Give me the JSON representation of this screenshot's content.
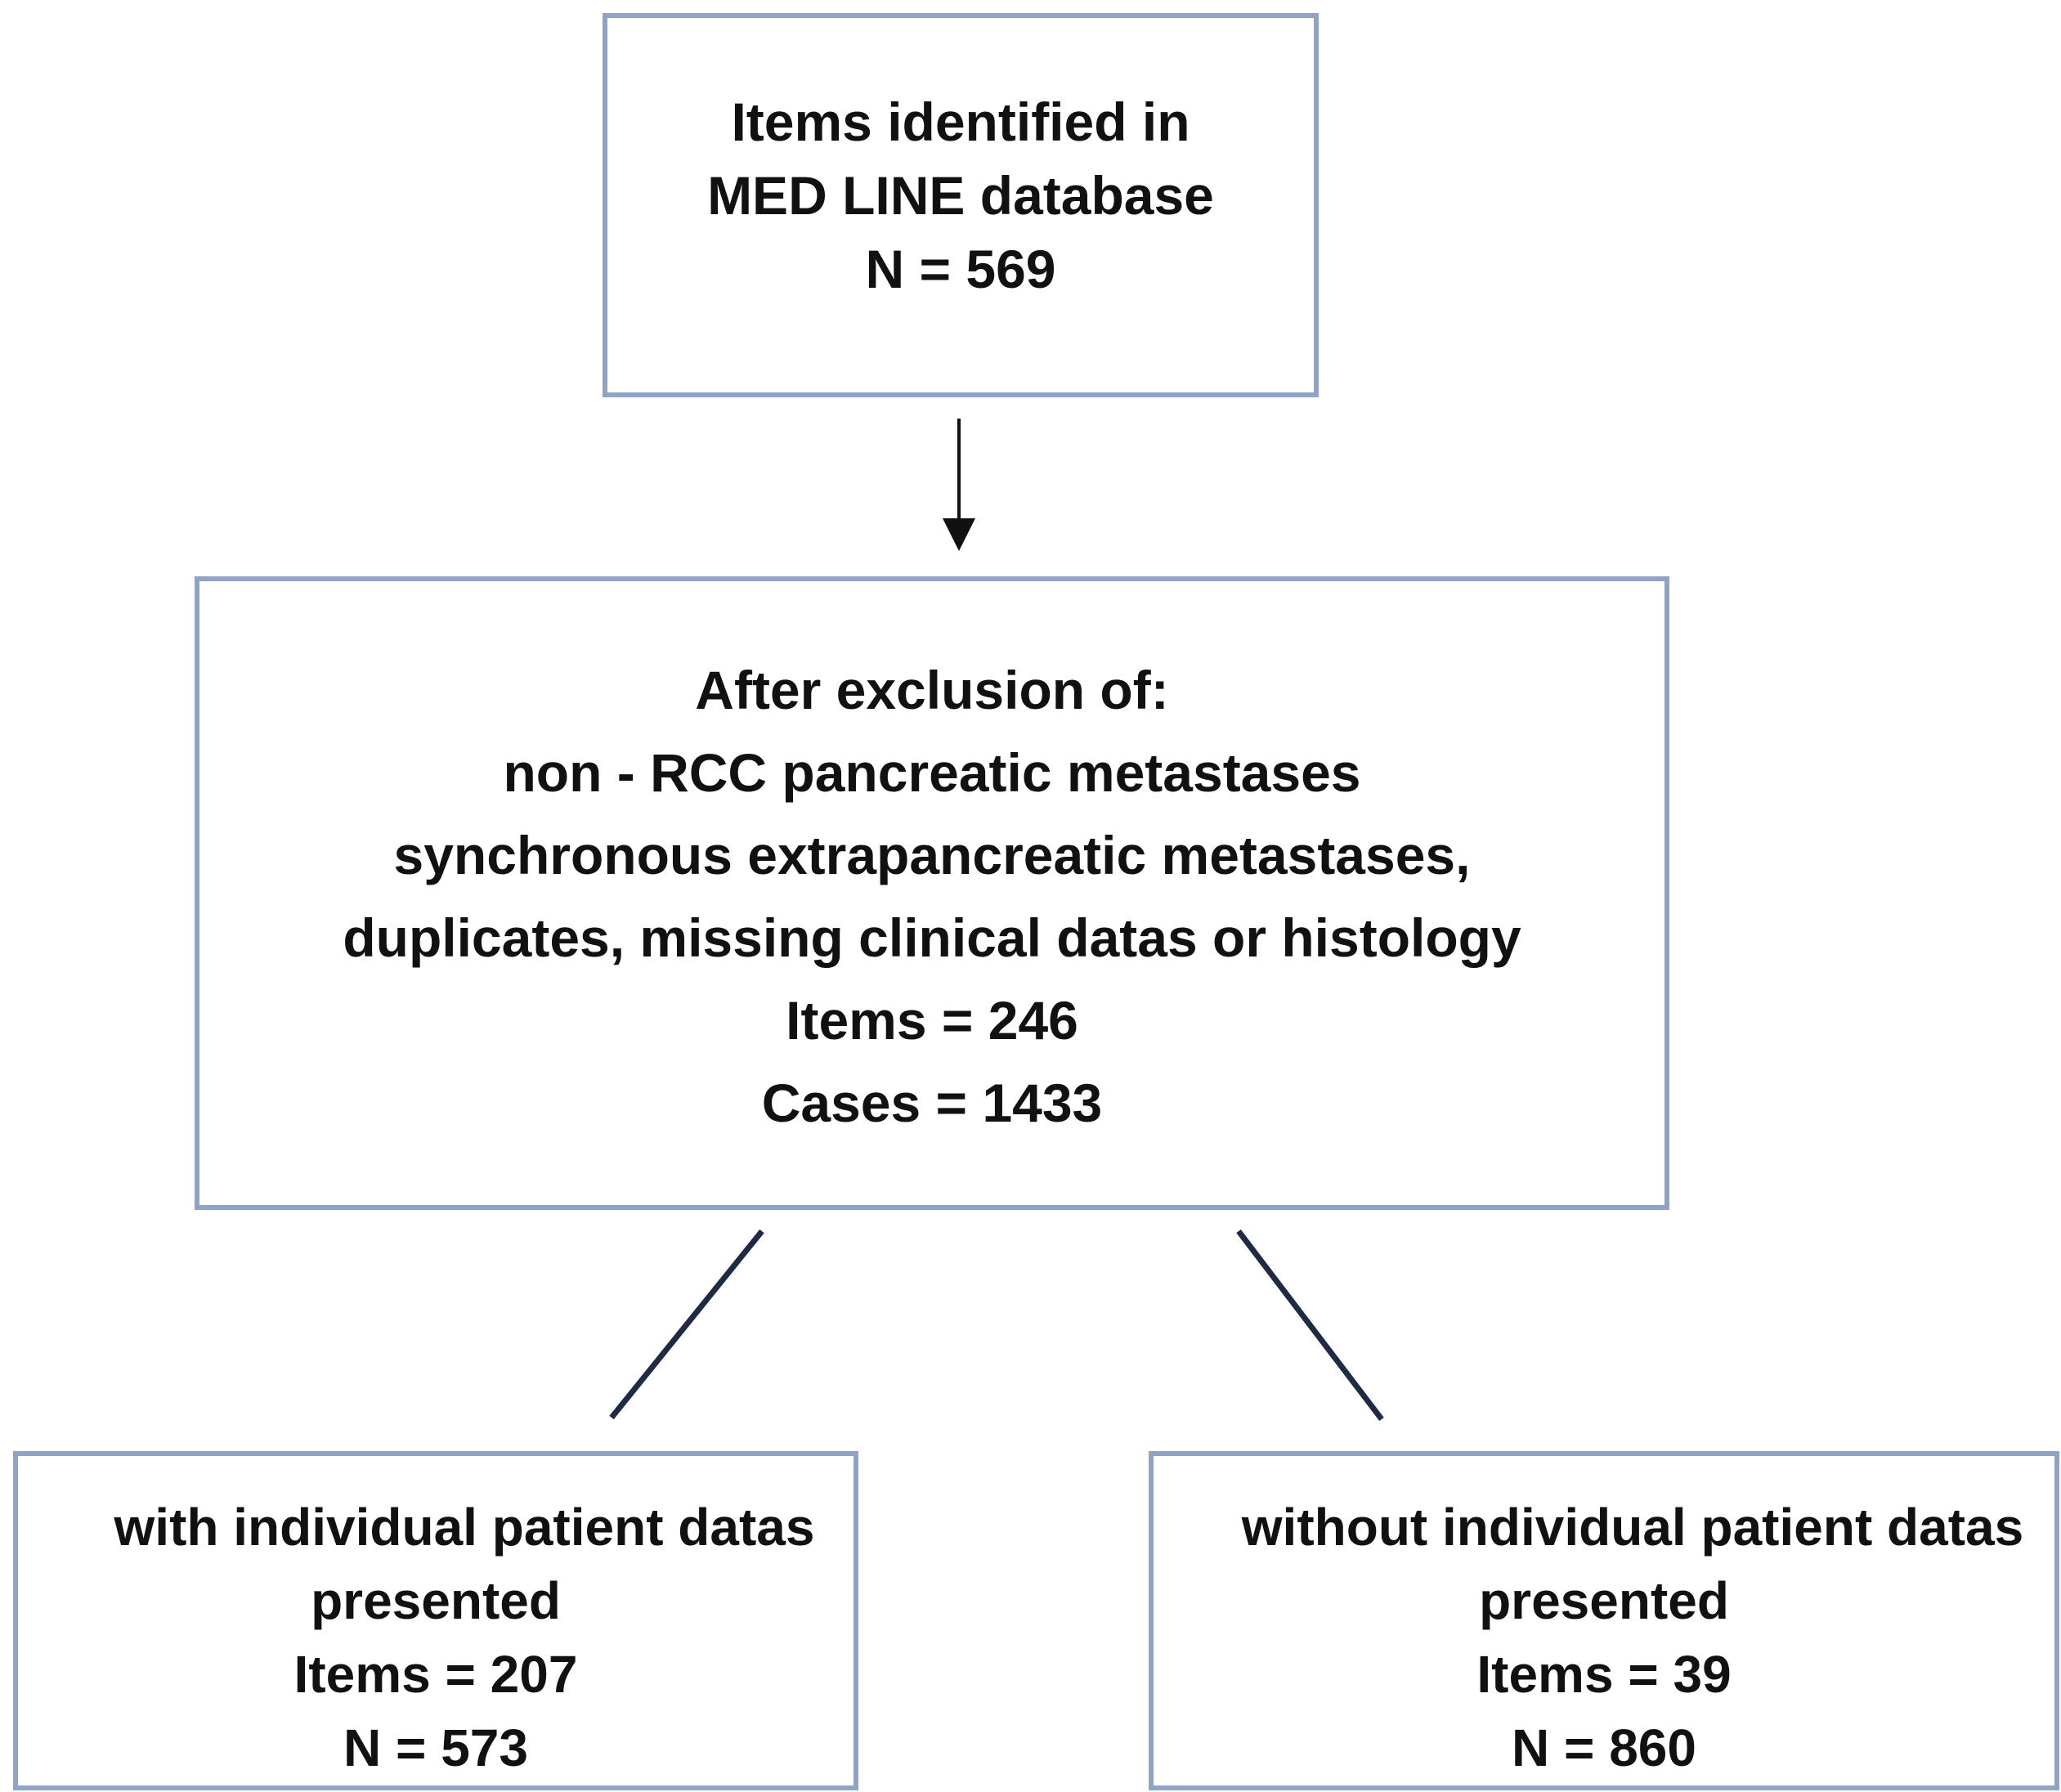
{
  "boxes": {
    "identified": {
      "lines": [
        "Items identified in",
        "MED LINE database",
        "N = 569"
      ]
    },
    "after_exclusion": {
      "lines": [
        "After exclusion of:",
        "non - RCC pancreatic metastases",
        "synchronous extrapancreatic metastases,",
        "duplicates, missing clinical datas or histology",
        "Items = 246",
        "Cases = 1433"
      ]
    },
    "with_individual": {
      "lines": [
        "with individual patient datas",
        "presented",
        "Items = 207",
        "N = 573"
      ]
    },
    "without_individual": {
      "lines": [
        "without individual patient datas",
        "presented",
        "Items = 39",
        "N = 860"
      ]
    }
  },
  "colors": {
    "box_border": "#8fa3c6",
    "arrow": "#1f2a44",
    "text": "#111111"
  }
}
